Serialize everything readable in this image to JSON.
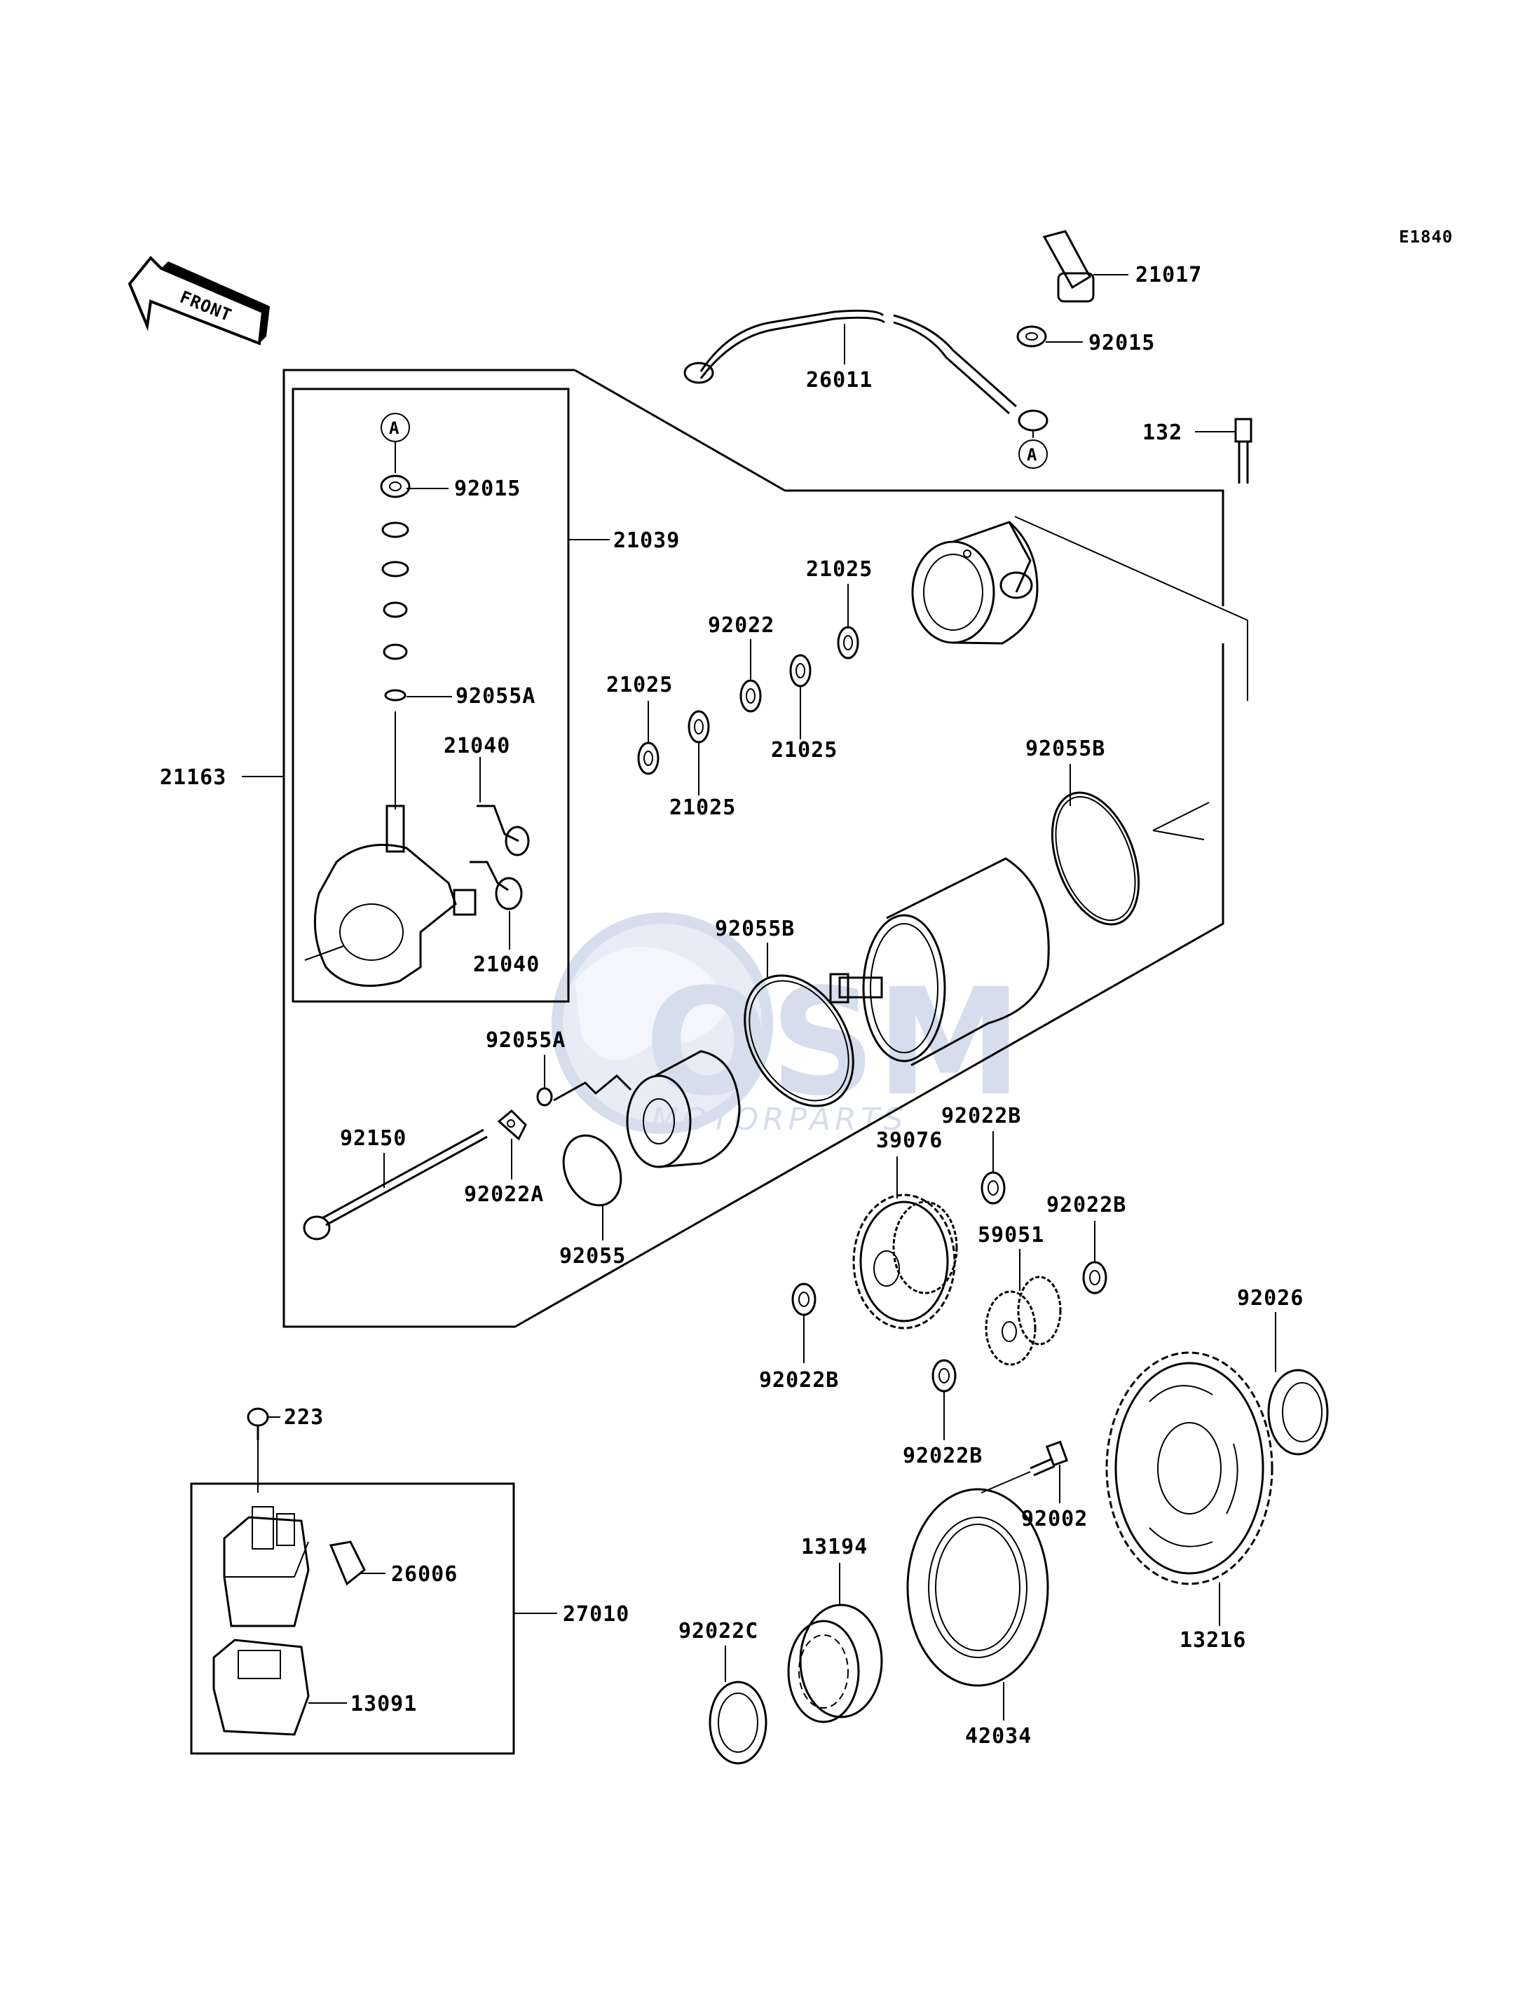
{
  "diagram_code": "E1840",
  "front_label": "FRONT",
  "callout_a": "A",
  "watermark": {
    "brand": "OSM",
    "sub": "MOTORPARTS"
  },
  "parts": {
    "p21017": "21017",
    "p92015_top": "92015",
    "p26011": "26011",
    "p132": "132",
    "p92015_box": "92015",
    "p21039": "21039",
    "p92055A_box": "92055A",
    "p21040_a": "21040",
    "p21040_b": "21040",
    "p21163": "21163",
    "p21025_a": "21025",
    "p92022": "92022",
    "p21025_b": "21025",
    "p21025_c": "21025",
    "p21025_d": "21025",
    "p92055B_a": "92055B",
    "p92055B_b": "92055B",
    "p92055A": "92055A",
    "p92150": "92150",
    "p92022A": "92022A",
    "p92055": "92055",
    "p92022B_a": "92022B",
    "p39076": "39076",
    "p92022B_b": "92022B",
    "p59051": "59051",
    "p92026": "92026",
    "p92022B_c": "92022B",
    "p92022B_d": "92022B",
    "p92002": "92002",
    "p223": "223",
    "p26006": "26006",
    "p27010": "27010",
    "p13091": "13091",
    "p13194": "13194",
    "p92022C": "92022C",
    "p42034": "42034",
    "p13216": "13216"
  }
}
